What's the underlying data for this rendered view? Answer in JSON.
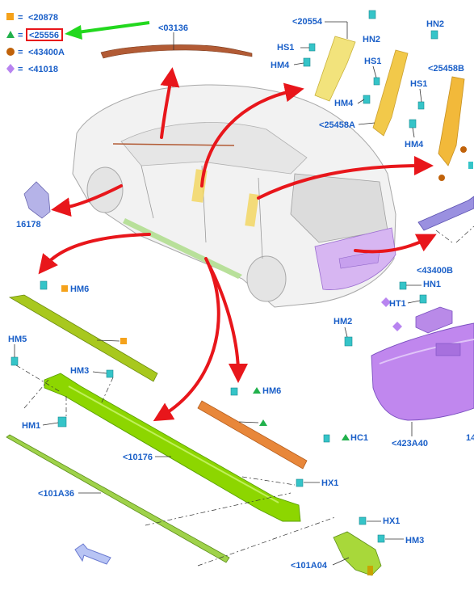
{
  "legend": [
    {
      "shape": "square",
      "color": "#f5a21b",
      "eq": "=",
      "code": "<20878"
    },
    {
      "shape": "triangle",
      "color": "#22b14c",
      "eq": "=",
      "code": "<25556",
      "highlighted": true
    },
    {
      "shape": "circle",
      "color": "#c0620a",
      "eq": "=",
      "code": "<43400A"
    },
    {
      "shape": "diamond",
      "color": "#b884f0",
      "eq": "=",
      "code": "<41018"
    }
  ],
  "colors": {
    "label": "#1a5fc8",
    "arrow_red": "#e8161b",
    "arrow_green": "#22d81e",
    "highlight_box": "#e8161b",
    "clip": "#35c4c8",
    "sill": "#8dd600",
    "sill_dark": "#5aa000",
    "pillar": "#f2d55a",
    "orange_part": "#e8873a",
    "purple_part": "#c69af0",
    "molding": "#b25b35"
  },
  "labels": {
    "p03136": "<03136",
    "p20554": "<20554",
    "hn2_a": "HN2",
    "hn2_b": "HN2",
    "hs1_a": "HS1",
    "hs1_b": "HS1",
    "hs1_c": "HS1",
    "hm4_a": "HM4",
    "hm4_b": "HM4",
    "hm4_c": "HM4",
    "p25458b": "<25458B",
    "p25458a": "<25458A",
    "p16178": "16178",
    "hm6_a": "HM6",
    "hm5": "HM5",
    "hm3_a": "HM3",
    "hm1": "HM1",
    "hm6_b": "HM6",
    "p10176": "<10176",
    "hc1": "HC1",
    "p101a36": "<101A36",
    "hx1_a": "HX1",
    "hx1_b": "HX1",
    "hm3_b": "HM3",
    "p101a04": "<101A04",
    "p43400b": "<43400B",
    "hn1": "HN1",
    "ht1": "HT1",
    "hm2": "HM2",
    "p423a40": "<423A40",
    "cut14": "14"
  },
  "icons": {
    "navigation": "direction-arrow-icon",
    "fastener": "clip-fastener-icon"
  }
}
